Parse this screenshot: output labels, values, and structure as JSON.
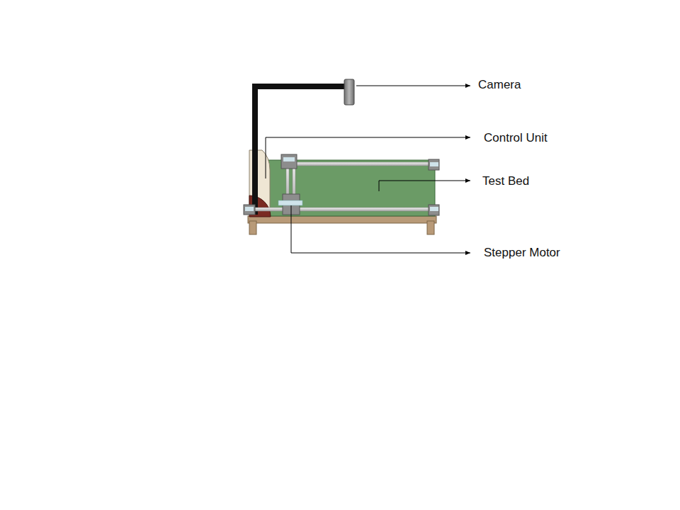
{
  "diagram": {
    "labels": [
      "Camera",
      "Control Unit",
      "Test Bed",
      "Stepper Motor"
    ]
  }
}
